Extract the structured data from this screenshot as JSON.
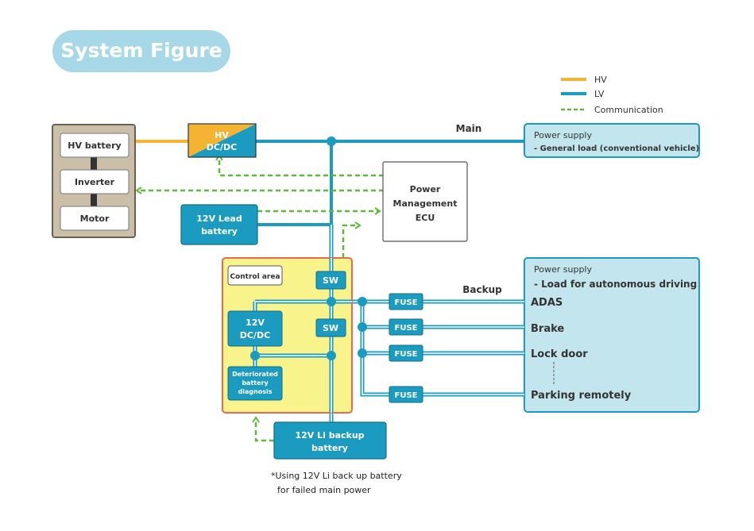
{
  "title": "System Figure",
  "legend": {
    "hv": "HV",
    "lv": "LV",
    "comm": "Communication"
  },
  "colors": {
    "hv": "#f5b333",
    "lv": "#1b9bbf",
    "comm": "#5dbb3a",
    "title_bg": "#a7d8e8",
    "battery_group": "#cbbfa9",
    "control_area": "#f8f17b",
    "control_border": "#e86a4a",
    "power_supply_bg": "#c3e6ee"
  },
  "labels": {
    "main": "Main",
    "backup": "Backup"
  },
  "hv_battery_group": {
    "items": [
      "HV battery",
      "Inverter",
      "Motor"
    ]
  },
  "hv_dcdc": {
    "line1": "HV",
    "line2": "DC/DC"
  },
  "lead_battery": {
    "line1": "12V Lead",
    "line2": "battery"
  },
  "ecu": {
    "line1": "Power",
    "line2": "Management",
    "line3": "ECU"
  },
  "power_supply_main": {
    "title": "Power supply",
    "subtitle": "- General load (conventional vehicle)"
  },
  "power_supply_backup": {
    "title": "Power supply",
    "subtitle": "- Load for autonomous driving",
    "loads": [
      "ADAS",
      "Brake",
      "Lock door",
      "Parking remotely"
    ]
  },
  "control_area": {
    "label": "Control area",
    "sw": "SW"
  },
  "dcdc12": {
    "line1": "12V",
    "line2": "DC/DC"
  },
  "diagnosis": {
    "line1": "Deteriorated",
    "line2": "battery",
    "line3": "diagnosis"
  },
  "fuse": "FUSE",
  "li_battery": {
    "line1": "12V Li backup",
    "line2": "battery"
  },
  "footnote": {
    "line1": "*Using 12V Li back up battery",
    "line2": "for failed main power"
  }
}
